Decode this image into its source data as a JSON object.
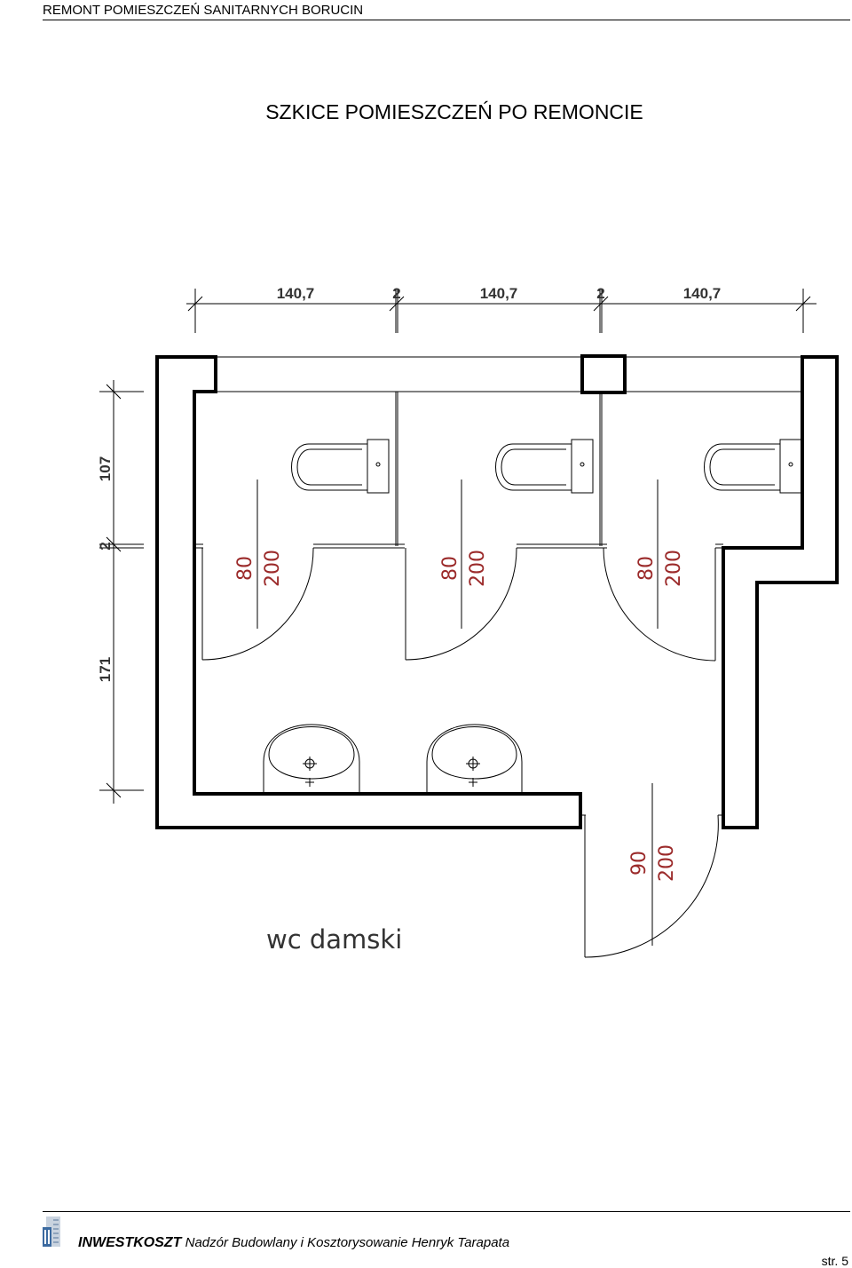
{
  "header": {
    "document_title": "REMONT POMIESZCZEŃ SANITARNYCH BORUCIN"
  },
  "page_title": "SZKICE  POMIESZCZEŃ PO REMONCIE",
  "plan": {
    "top_dimensions": [
      "140,7",
      "2",
      "140,7",
      "2",
      "140,7"
    ],
    "left_dimensions": [
      "107",
      "2",
      "171"
    ],
    "stall_door_labels": [
      {
        "width": "80",
        "height": "200"
      },
      {
        "width": "80",
        "height": "200"
      },
      {
        "width": "80",
        "height": "200"
      }
    ],
    "entrance_door_label": {
      "width": "90",
      "height": "200"
    },
    "room_label": "wc damski"
  },
  "footer": {
    "company": "INWESTKOSZT",
    "company_description": " Nadzór Budowlany i Kosztorysowanie Henryk Tarapata",
    "page_number": "str. 5"
  },
  "icons": [
    "company-logo-icon",
    "toilet-icon",
    "washbasin-icon"
  ],
  "colors": {
    "walls": "#000000",
    "labels": "#9b2a2a"
  }
}
